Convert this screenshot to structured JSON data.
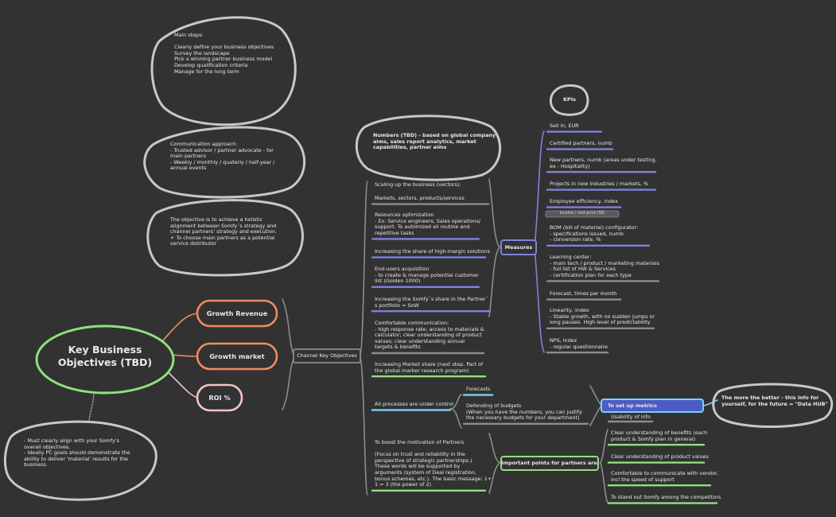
{
  "central": {
    "title_line1": "Key Business",
    "title_line2": "Objectives (TBD)"
  },
  "goals": [
    "Growth Revenue",
    "Growth market",
    "ROI %"
  ],
  "notes": {
    "main_steps": [
      "Main steps:",
      "",
      "Clearly define your business objectives",
      "Survey the landscape",
      "Pick a winning partner business model",
      "Develop qualification criteria",
      "Manage for the long term"
    ],
    "communication": [
      "Communication approach:",
      "- Trusted advisor / partner advocate - for",
      "main partners",
      "- Weekly / monthly / quaterly / half-year /",
      "annual events"
    ],
    "objective": [
      "The objective is to achieve a holistic",
      "alignment between Somfy´s strategy and",
      "channel partners' strategy and execution.",
      "+ To choose main partners as a potential",
      "service distributor"
    ],
    "align": [
      "- Must clearly align with your Somfy's",
      "overall objectives.",
      "- Ideally PC goals should demonstrate the",
      "ability to deliver 'material' results for the",
      "business."
    ],
    "numbers": [
      "Numbers (TBD) - based on global company",
      "aims, sales report analytics, market",
      "capabilities, partner aims"
    ],
    "kpis": "KPIs",
    "data_hub": [
      "The more the better - this info for",
      "yourself, for the future = \"Data HUB\""
    ]
  },
  "channel_key_objectives": "Channel Key Objectives",
  "objectives": [
    [
      "Scaling up the business (vectors):"
    ],
    [
      "Markets, sectors, products/services"
    ],
    [
      "Resources optimization",
      "- Ex: Service engineers, Sales operations/",
      "support. To automized all routine and",
      "repetitive tasks"
    ],
    [
      "Increasing the share of high-margin solutions"
    ],
    [
      "End-users acquisition",
      "- to create & manage potential customer",
      "list (Golden 1000)"
    ],
    [
      "Increasing the Somfy´s share in the Partner´",
      "s portfolio = SoW"
    ],
    [
      "Comfortable communication:",
      "- high response rate; access to materials &",
      "calculator; clear understanding of product",
      "values; clear understanding annual",
      "targets & benefits"
    ],
    [
      "Increasing Market share (next step. Part of",
      "the global marker research program)"
    ],
    [
      "All processes are under control"
    ],
    [
      "To boost the motivation of Partners",
      "",
      "(Focus on trust and reliability in the",
      "perspective of strategic partnerships.)",
      "These words will be supported by",
      "arguments (system of Deal registration,",
      "bonus schemes, etc.). The basic message: 1+",
      "1 = 3 (the power of 2)"
    ]
  ],
  "measures": "Measures",
  "kpi_items": [
    [
      "Sell in, EUR"
    ],
    [
      "Certified partners, numb"
    ],
    [
      "New partners, numb (areas under testing,",
      "ex - Hospitality)"
    ],
    [
      "Projects in new industries / markets, %"
    ],
    [
      "Employee efficiency, index"
    ],
    [
      "BOM (bill of material) configurator:",
      "- specifications issued, numb",
      "- conversion rate, %"
    ],
    [
      "Learning center:",
      "- main tech / product / marketing materials",
      "- full list of HW & Services",
      "- certification plan for each type"
    ],
    [
      "Forecast, times per month"
    ],
    [
      "Linearity, index",
      "- Stable growth, with no sudden jumps or",
      "long pauses. High level of predictability"
    ],
    [
      "NPS, index",
      "- regular questionnaire"
    ]
  ],
  "income_tag": "Income / cost price (SE)",
  "process_items": [
    [
      "Forecasts"
    ],
    [
      "Defending of budgets",
      "(When you have the numbers, you can justify",
      "the necessary budgets for your department)"
    ]
  ],
  "set_up_metrics": "To set up metrics",
  "usability": "Usability of info",
  "important_points": "Important points for partners are:",
  "partner_points": [
    [
      "Clear understanding of benefits (each",
      "product & Somfy plan in general)"
    ],
    [
      "Clear understanding of product values"
    ],
    [
      "Comfortable to communicate with vendor,",
      "incl the speed of support"
    ],
    [
      "To stand out Somfy among the competitors"
    ]
  ],
  "colors": {
    "background": "#323232",
    "orange": "#f28a60",
    "purple": "#7d82de",
    "green": "#8fe07f",
    "blue": "#7ccff3",
    "gray": "#8c8c8c",
    "pink": "#f3c4c4",
    "accent_blue": "#4b5cc4"
  }
}
